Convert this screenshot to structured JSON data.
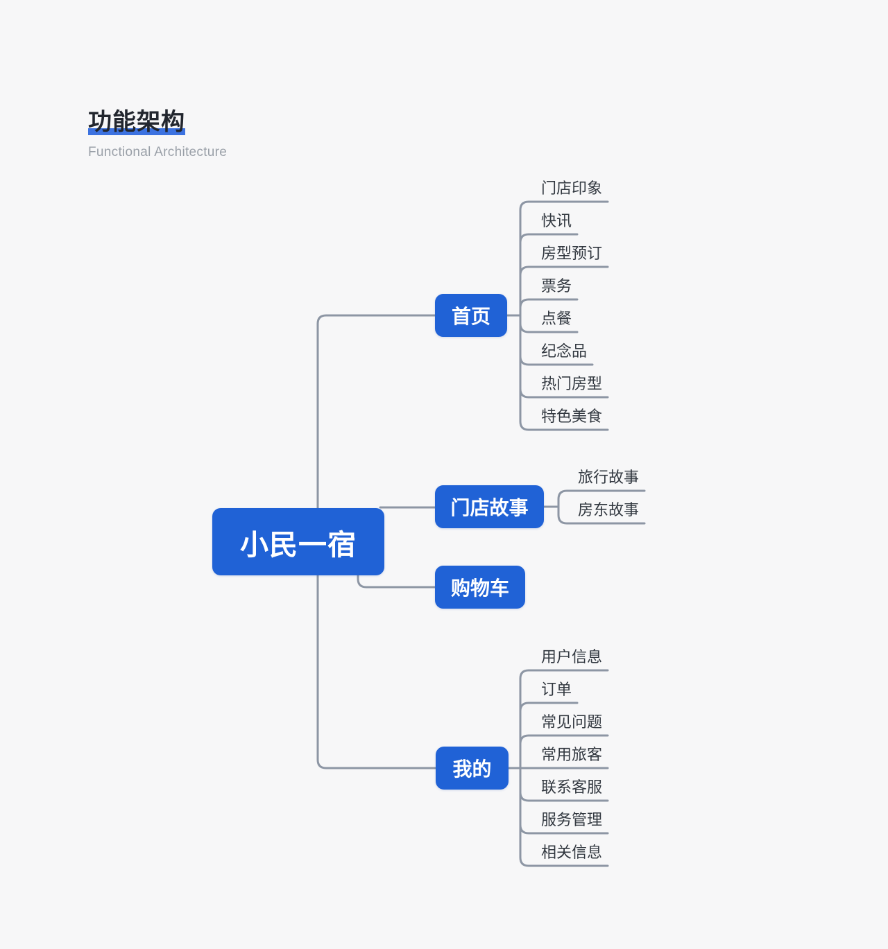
{
  "header": {
    "title": "功能架构",
    "subtitle": "Functional Architecture"
  },
  "colors": {
    "background": "#f7f7f8",
    "node_blue": "#2062d6",
    "title_bar_blue": "#3c72e0",
    "connector_gray": "#8d96a4",
    "node_text": "#ffffff",
    "leaf_text": "#323840"
  },
  "mindmap": {
    "root": {
      "label": "小民一宿"
    },
    "branches": [
      {
        "label": "首页",
        "children": [
          "门店印象",
          "快讯",
          "房型预订",
          "票务",
          "点餐",
          "纪念品",
          "热门房型",
          "特色美食"
        ]
      },
      {
        "label": "门店故事",
        "children": [
          "旅行故事",
          "房东故事"
        ]
      },
      {
        "label": "购物车",
        "children": []
      },
      {
        "label": "我的",
        "children": [
          "用户信息",
          "订单",
          "常见问题",
          "常用旅客",
          "联系客服",
          "服务管理",
          "相关信息"
        ]
      }
    ]
  }
}
